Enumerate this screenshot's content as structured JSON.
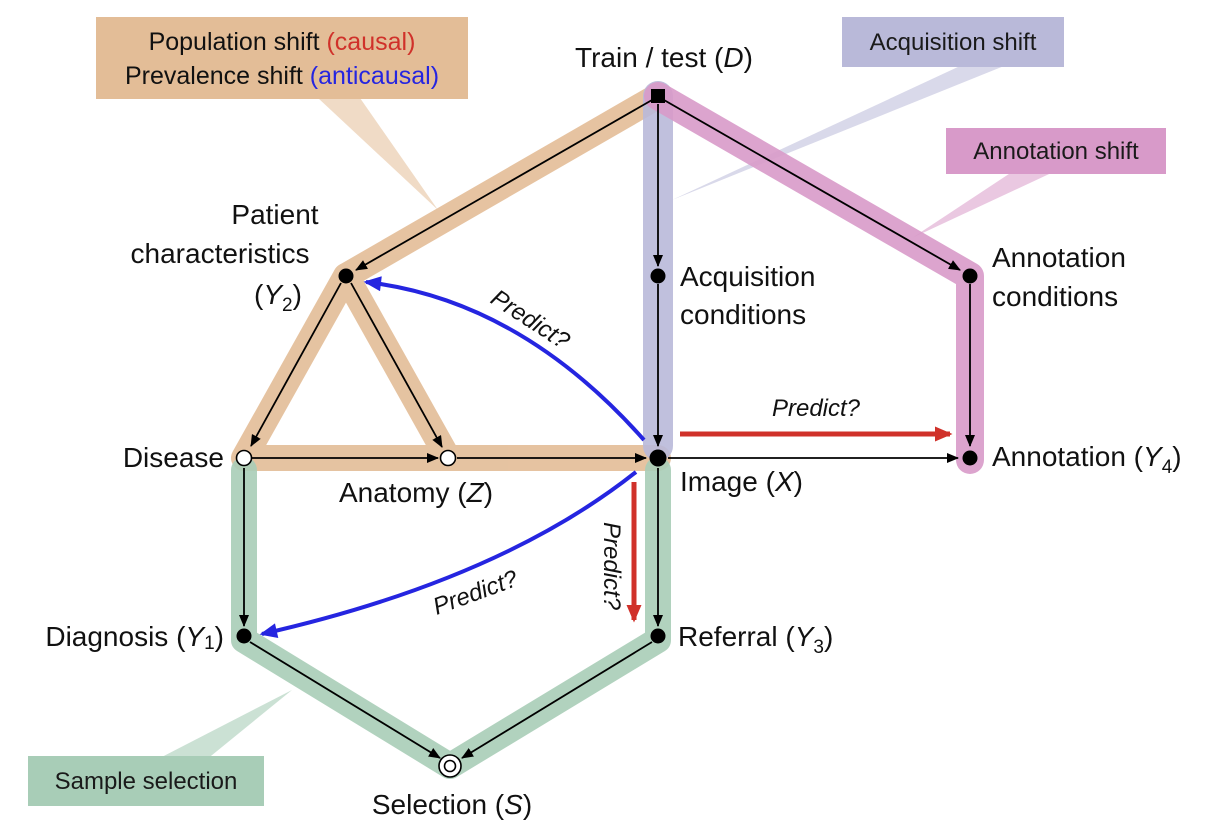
{
  "colors": {
    "population": "#e3bd97",
    "acquisition": "#b9b9d9",
    "annotation": "#d89ac9",
    "selection": "#a8cdb7",
    "causal": "#d0312a",
    "anticausal": "#2525e0",
    "edge": "#000000"
  },
  "callouts": {
    "population_line1": "Population shift",
    "population_causal": "(causal)",
    "population_line2": "Prevalence shift",
    "population_anticausal": "(anticausal)",
    "acquisition": "Acquisition shift",
    "annotation": "Annotation shift",
    "selection": "Sample selection"
  },
  "nodes": {
    "train_test": {
      "label": "Train / test (",
      "var": "D",
      "close": ")"
    },
    "patient": {
      "line1": "Patient",
      "line2": "characteristics",
      "var": "Y",
      "sub": "2"
    },
    "acquisition": {
      "line1": "Acquisition",
      "line2": "conditions"
    },
    "annotation_conditions": {
      "line1": "Annotation",
      "line2": "conditions"
    },
    "disease": {
      "label": "Disease"
    },
    "anatomy": {
      "label": "Anatomy (",
      "var": "Z",
      "close": ")"
    },
    "image": {
      "label": "Image (",
      "var": "X",
      "close": ")"
    },
    "annotation": {
      "label": "Annotation (",
      "var": "Y",
      "sub": "4",
      "close": ")"
    },
    "diagnosis": {
      "label": "Diagnosis (",
      "var": "Y",
      "sub": "1",
      "close": ")"
    },
    "referral": {
      "label": "Referral (",
      "var": "Y",
      "sub": "3",
      "close": ")"
    },
    "selection": {
      "label": "Selection (",
      "var": "S",
      "close": ")"
    }
  },
  "predict": {
    "patient": "Predict?",
    "annotation": "Predict?",
    "referral": "Predict?",
    "diagnosis": "Predict?"
  }
}
